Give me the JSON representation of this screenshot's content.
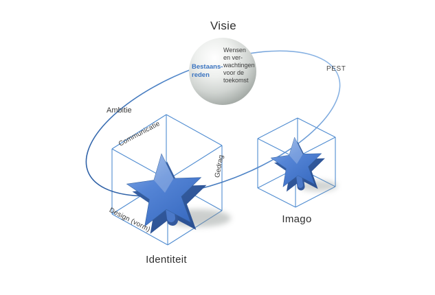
{
  "diagram": {
    "title": "Visie",
    "sphere": {
      "left_label": "Bestaans-\nreden",
      "right_label": "Wensen\nen ver-\nwachtingen\nvoor de\ntoekomst"
    },
    "orbit": {
      "left_label": "Ambitie",
      "right_label": "PEST"
    },
    "identity_cube": {
      "caption": "Identiteit",
      "top_edge_label": "Communicatie",
      "right_edge_label": "Gedrag",
      "bottom_edge_label": "Design (vorm)"
    },
    "imago_cube": {
      "caption": "Imago"
    },
    "colors": {
      "orbit_dark": "#2a5da6",
      "orbit_light": "#93bbe8",
      "cube_line": "#4e8bd0",
      "star_light": "#86abe2",
      "star_main": "#4e7fd0",
      "star_dark": "#2e5598",
      "sphere_edge": "#9aa09b",
      "accent_text": "#3b74c0",
      "text": "#3a3a3a"
    }
  }
}
